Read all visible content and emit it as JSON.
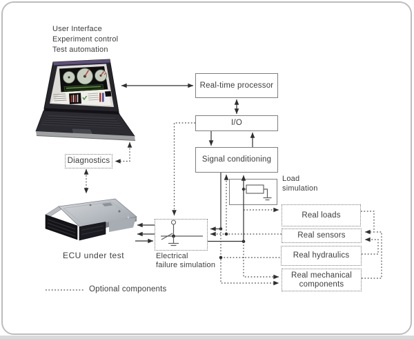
{
  "workstation": {
    "lines": [
      "User Interface",
      "Experiment control",
      "Test automation"
    ]
  },
  "nodes": {
    "realtime_processor": "Real-time processor",
    "io": "I/O",
    "signal_conditioning": "Signal conditioning",
    "diagnostics": "Diagnostics",
    "load_simulation": [
      "Load",
      "simulation"
    ],
    "electrical_failure": [
      "Electrical",
      "failure simulation"
    ],
    "real_loads": "Real loads",
    "real_sensors": "Real sensors",
    "real_hydraulics": "Real hydraulics",
    "real_mechanical": [
      "Real mechanical",
      "components"
    ]
  },
  "captions": {
    "ecu": "ECU under test",
    "legend": "Optional components"
  },
  "icons": {
    "laptop": "laptop-photo",
    "ecu": "ecu-photo",
    "switch": "switch-symbol",
    "resistor": "resistor-symbol",
    "ground": "ground-symbol"
  },
  "style": {
    "line_color": "#2f2f2f",
    "solid_box_border": "#7d7d7d",
    "dashed_border": "#787878",
    "text_color": "#3c3c3c",
    "card_border": "#bcbcbc",
    "laptop_accent_purple": "#5d4f7d",
    "gauge_face": "#c6cec0",
    "needle_red": "#c03a30",
    "lcd_green": "#15240e"
  }
}
